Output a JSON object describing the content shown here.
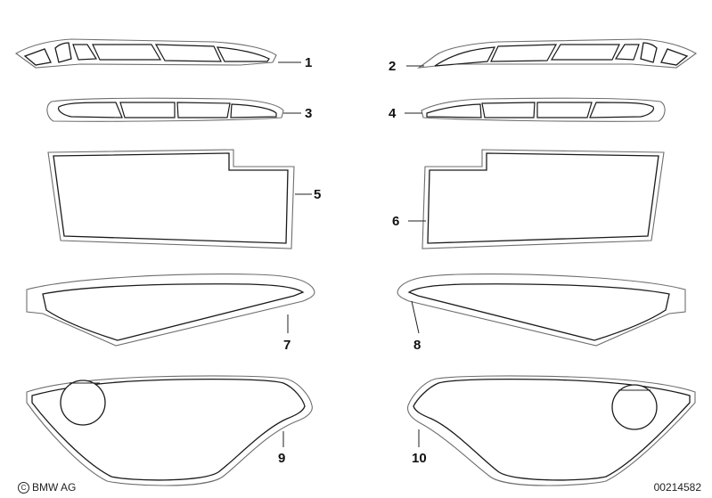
{
  "diagram": {
    "callouts": {
      "p1": "1",
      "p2": "2",
      "p3": "3",
      "p4": "4",
      "p5": "5",
      "p6": "6",
      "p7": "7",
      "p8": "8",
      "p9": "9",
      "p10": "10"
    }
  },
  "footer": {
    "copyright_symbol": "C",
    "copyright": "BMW AG",
    "diagram_id": "00214582"
  }
}
